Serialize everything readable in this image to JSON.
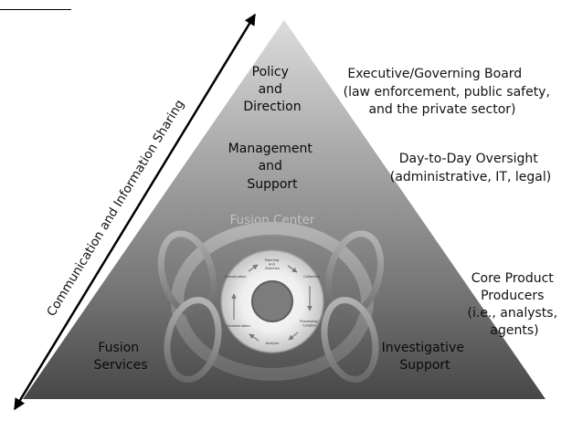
{
  "top_rule": {
    "visible": true
  },
  "axis_label": "Communication and Information Sharing",
  "pyramid": {
    "tiers": {
      "policy": [
        "Policy",
        "and",
        "Direction"
      ],
      "management": [
        "Management",
        "and",
        "Support"
      ],
      "fusion_center": "Fusion Center",
      "fusion_services": [
        "Fusion",
        "Services"
      ],
      "investigative_support": [
        "Investigative",
        "Support"
      ]
    }
  },
  "side_labels": {
    "executive": [
      "Executive/Governing Board",
      "(law enforcement, public safety,",
      "and the private sector)"
    ],
    "oversight": [
      "Day-to-Day Oversight",
      "(administrative, IT, legal)"
    ],
    "producers": [
      "Core Product",
      "Producers",
      "(i.e., analysts,",
      "agents)"
    ]
  },
  "cycle": {
    "steps": {
      "planning": [
        "Planning",
        "and",
        "Direction"
      ],
      "collection": "Collection",
      "processing": [
        "Processing/",
        "Collation"
      ],
      "analysis": "Analysis",
      "dissemination": "Dissemination",
      "reevaluation": "Reevaluation"
    }
  },
  "colors": {
    "pyramid_top": "#d9d9d9",
    "pyramid_mid": "#8c8c8c",
    "pyramid_bottom": "#4f4f4f",
    "ring": "#8a8a8a",
    "text": "#111111"
  }
}
